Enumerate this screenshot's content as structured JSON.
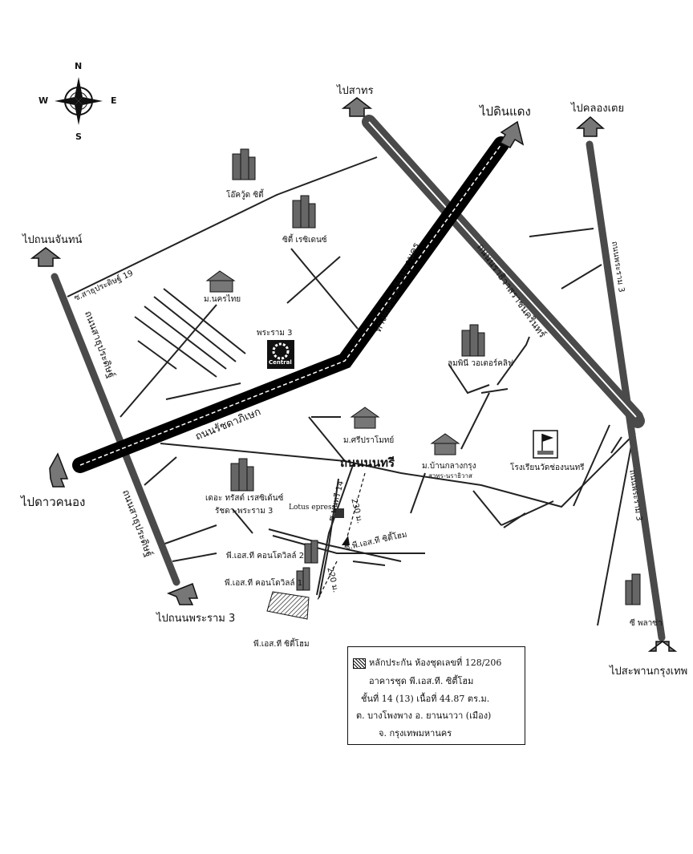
{
  "compass": {
    "north": "N",
    "south": "S",
    "east": "E",
    "west": "W"
  },
  "directions": {
    "sathon": "ไปสาทร",
    "din_daeng": "ไปดินแดง",
    "khlong_toei": "ไปคลองเตย",
    "chan": "ไปถนนจันทน์",
    "dao_khanong": "ไปดาวคนอง",
    "rama3": "ไปถนนพระราม 3",
    "krungthep_bridge": "ไปสะพานกรุงเทพ"
  },
  "roads": {
    "soi_charoen_rat_19": "ซ.สาธุประดิษฐ์ 19",
    "sathu_pradit_upper": "ถนนสาธุประดิษฐ์",
    "sathu_pradit_lower": "ถนนสาธุประดิษฐ์",
    "chalerm_maha_nakhon": "ทางพิเศษเฉลิมมหานคร",
    "narathiwat": "ถนนนราธิวาสราชนครินทร์",
    "rama3_upper": "ถนนพระราม 3",
    "rama3_lower": "ถนนพระราม 3",
    "ratchadaphisek": "ถนนรัชดาภิเษก",
    "nonsi": "ถนนนนทรี",
    "soi_nonsi_14": "ซ.นนทรี 14",
    "soi_pst": "ซ.พี.เอส.ที ซิตี้โฮม",
    "dist_230": "230 ม.",
    "dist_220": "220 ม."
  },
  "places": {
    "okwood_city": "โอ๊ควู้ด ซิตี้",
    "city_residence": "ซิตี้ เรซิเดนซ์",
    "mu_nakhon_thai": "ม.นครไทย",
    "rama3_label": "พระราม 3",
    "central_logo": "Central",
    "lumpini_waterclif": "ลุมพินี วอเตอร์คลิฟ",
    "mu_sri_prathip": "ม.ศรีปราโมทย์",
    "mu_ban_klang_krung": "ม.บ้านกลางกรุง",
    "mu_ban_klang_krung_sub": "สาทร-นราธิวาส",
    "school": "โรงเรียนวัดช่องนนทรี",
    "the_trust_1": "เดอะ ทรัสต์ เรสซิเด้นซ์",
    "the_trust_2": "รัชดา-พระราม 3",
    "lotus_express": "Lotus epress",
    "pst_condo_2": "พี.เอส.ที คอนโดวิลล์ 2",
    "pst_condo_1": "พี.เอส.ที คอนโดวิลล์ 1",
    "pst_cityhome": "พี.เอส.ที ซิตี้โฮม",
    "c_plaza": "ซี พลาซ่า"
  },
  "legend": {
    "line1": "หลักประกัน ห้องชุดเลขที่ 128/206",
    "line2": "อาคารชุด  พี.เอส.ที. ซิตี้โฮม",
    "line3": "ชั้นที่ 14 (13)  เนื้อที่ 44.87  ตร.ม.",
    "line4": "ต. บางโพงพาง อ. ยานนาวา (เมือง)",
    "line5": "จ. กรุงเทพมหานคร"
  },
  "colors": {
    "road": "#4a4a4a",
    "expressway": "#000000",
    "line": "#222222"
  }
}
